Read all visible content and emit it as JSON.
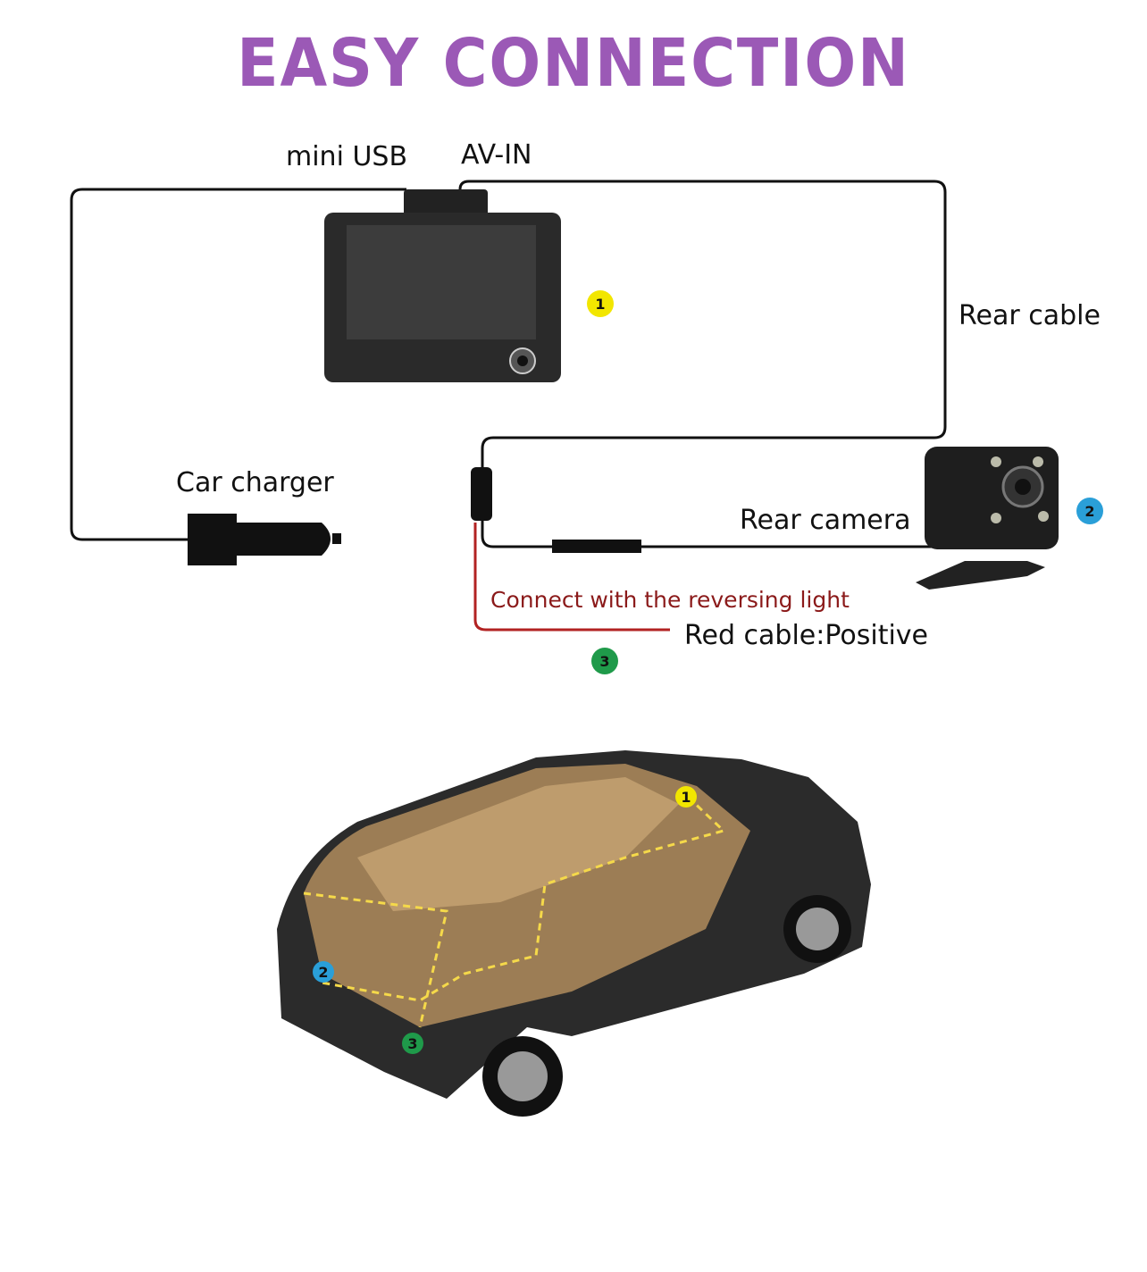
{
  "title": "EASY CONNECTION",
  "labels": {
    "mini_usb": "mini USB",
    "av_in": "AV-IN",
    "rear_cable": "Rear cable",
    "car_charger": "Car charger",
    "rear_camera": "Rear camera",
    "reversing_light": "Connect with the reversing light",
    "red_cable": "Red cable:Positive"
  },
  "badges": [
    {
      "number": "1",
      "color": "#f2e600"
    },
    {
      "number": "2",
      "color": "#2a9fd8"
    },
    {
      "number": "3",
      "color": "#1f9a4a"
    }
  ],
  "colors": {
    "title": "#9b59b6",
    "wire": "#111111",
    "red_wire": "#b22222",
    "route": "#f5d94a"
  }
}
